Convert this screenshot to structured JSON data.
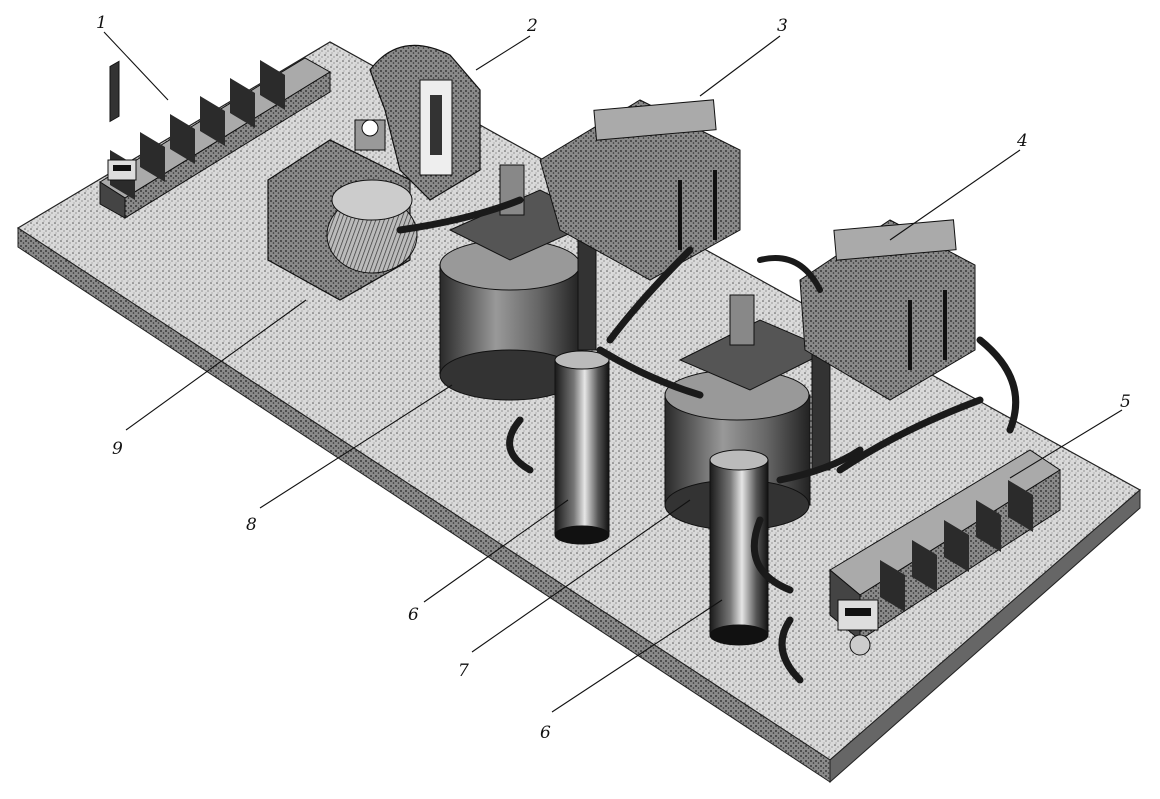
{
  "figure": {
    "callouts": [
      {
        "id": "c1",
        "label": "1"
      },
      {
        "id": "c2",
        "label": "2"
      },
      {
        "id": "c3",
        "label": "3"
      },
      {
        "id": "c4",
        "label": "4"
      },
      {
        "id": "c5",
        "label": "5"
      },
      {
        "id": "c6a",
        "label": "6"
      },
      {
        "id": "c6b",
        "label": "6"
      },
      {
        "id": "c7",
        "label": "7"
      },
      {
        "id": "c8",
        "label": "8"
      },
      {
        "id": "c9",
        "label": "9"
      }
    ]
  }
}
